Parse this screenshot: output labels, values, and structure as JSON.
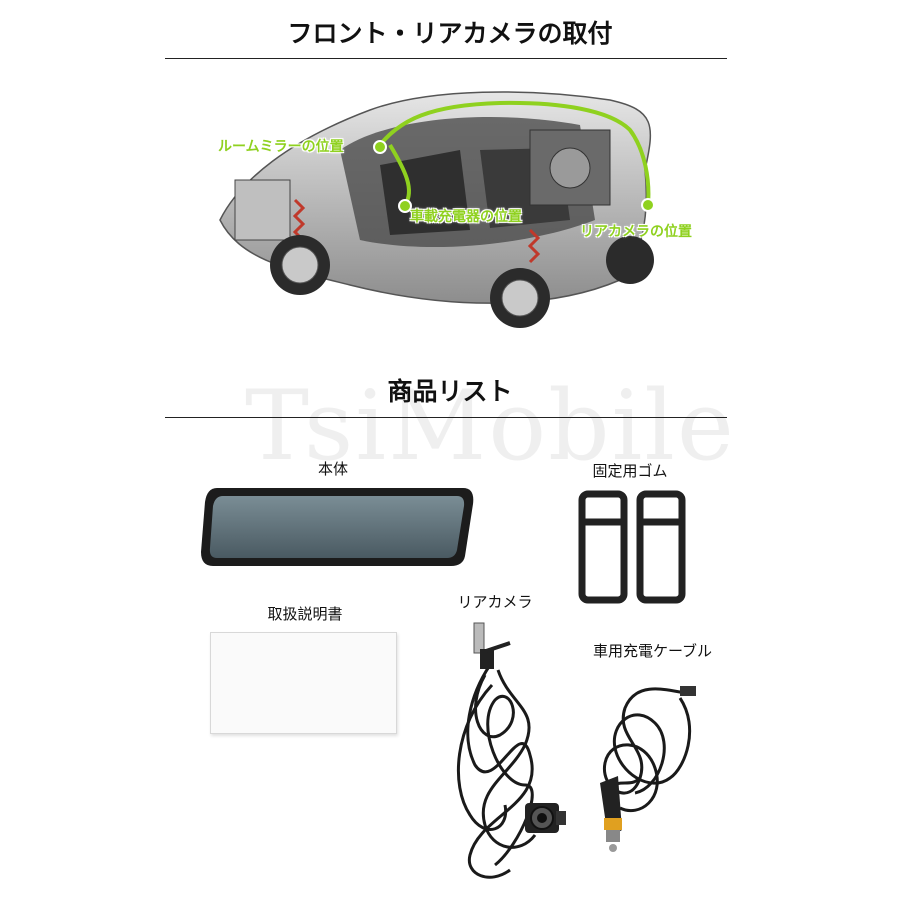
{
  "section1": {
    "title": "フロント・リアカメラの取付",
    "callouts": {
      "mirror": "ルームミラーの位置",
      "charger": "車載充電器の位置",
      "rear_camera": "リアカメラの位置"
    }
  },
  "watermark": "TsiMobile",
  "section2": {
    "title": "商品リスト",
    "items": {
      "main_unit": "本体",
      "rubber": "固定用ゴム",
      "manual": "取扱説明書",
      "rear_camera": "リアカメラ",
      "charging_cable": "車用充電ケーブル"
    }
  },
  "colors": {
    "accent_green": "#8fd11f",
    "rule": "#222222"
  }
}
